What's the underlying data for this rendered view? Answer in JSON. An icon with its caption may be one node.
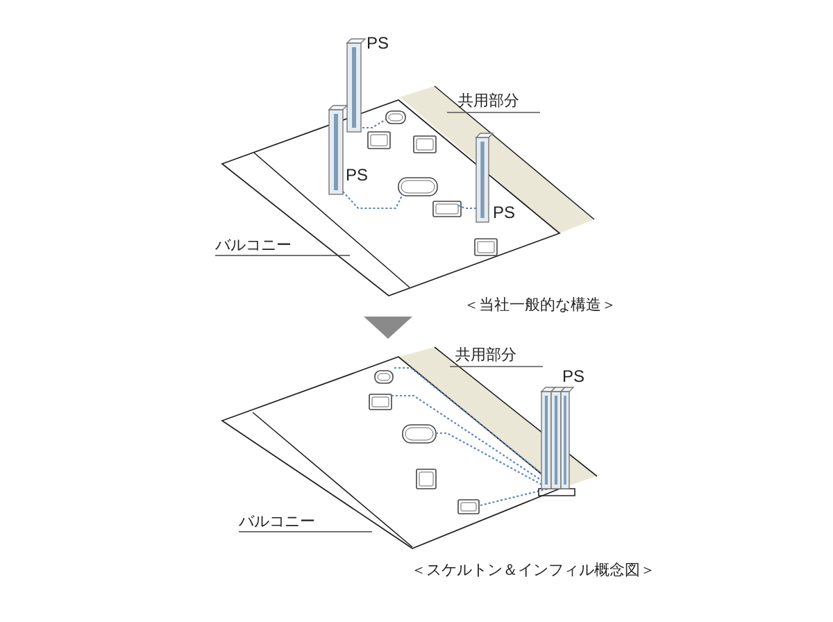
{
  "diagram": {
    "nodes": [
      {
        "text": [
          "バルコニー"
        ]
      },
      {
        "text": [
          "バルコニー"
        ]
      }
    ],
    "edges": [
      {
        "from": 0,
        "to": null,
        "arrow": "none"
      },
      {
        "from": 1,
        "to": null,
        "arrow": "none"
      }
    ],
    "labels": [
      "PS",
      "共用部分",
      "PS",
      "PS",
      "＜当社一般的な構造＞",
      "共用部分",
      "PS",
      "＜スケルトン＆インフィル概念図＞"
    ]
  }
}
